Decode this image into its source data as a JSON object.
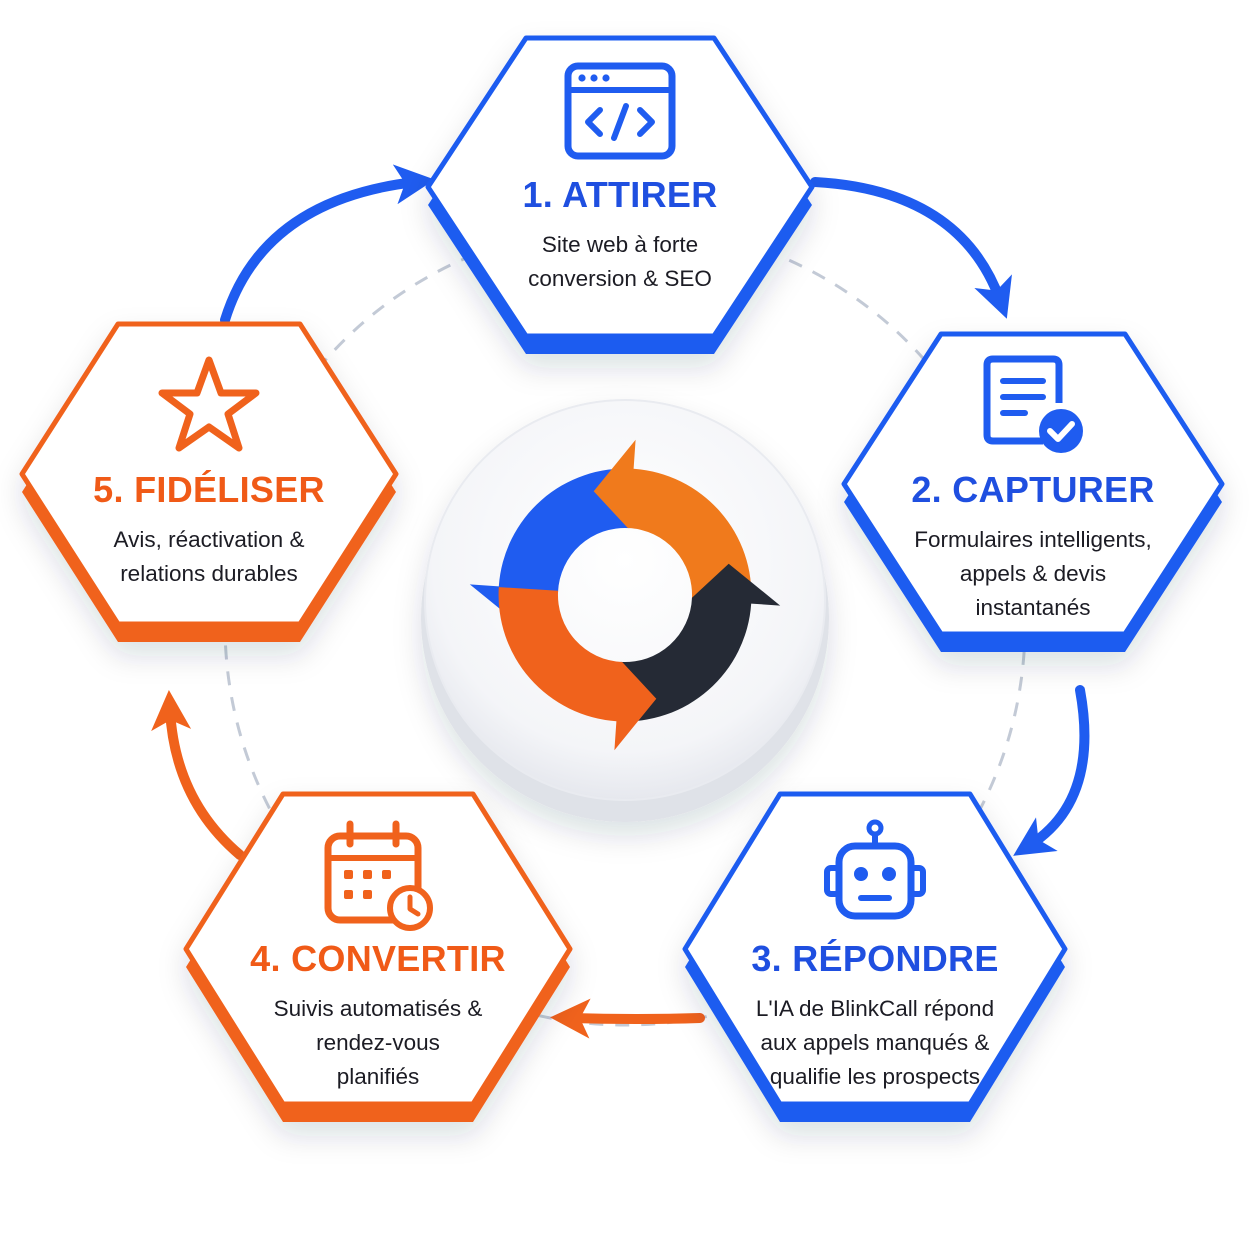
{
  "steps": [
    {
      "id": "attirer",
      "title": "1. ATTIRER",
      "icon": "code-window-icon",
      "color": "#1f5cf0",
      "desc_lines": [
        "Site web à forte",
        "conversion & SEO"
      ]
    },
    {
      "id": "capturer",
      "title": "2. CAPTURER",
      "icon": "form-check-icon",
      "color": "#1f5cf0",
      "desc_lines": [
        "Formulaires intelligents,",
        "appels & devis",
        "instantanés"
      ]
    },
    {
      "id": "repondre",
      "title": "3. RÉPONDRE",
      "icon": "robot-icon",
      "color": "#1f5cf0",
      "desc_lines": [
        "L'IA de BlinkCall répond",
        "aux appels manqués &",
        "qualifie les prospects"
      ]
    },
    {
      "id": "convertir",
      "title": "4. CONVERTIR",
      "icon": "calendar-clock-icon",
      "color": "#f0621c",
      "desc_lines": [
        "Suivis automatisés &",
        "rendez-vous",
        "planifiés"
      ]
    },
    {
      "id": "fideliser",
      "title": "5. FIDÉLISER",
      "icon": "star-icon",
      "color": "#f0621c",
      "desc_lines": [
        "Avis, réactivation &",
        "relations durables"
      ]
    }
  ],
  "center": {
    "icon": "cycle-arrows-icon",
    "colors": [
      "#1f5cf0",
      "#f07a1c",
      "#252a35",
      "#f0621c"
    ]
  },
  "connector_colors": {
    "blue": "#1f5cf0",
    "orange": "#f0621c",
    "dashed_ring": "#c3cad6"
  }
}
